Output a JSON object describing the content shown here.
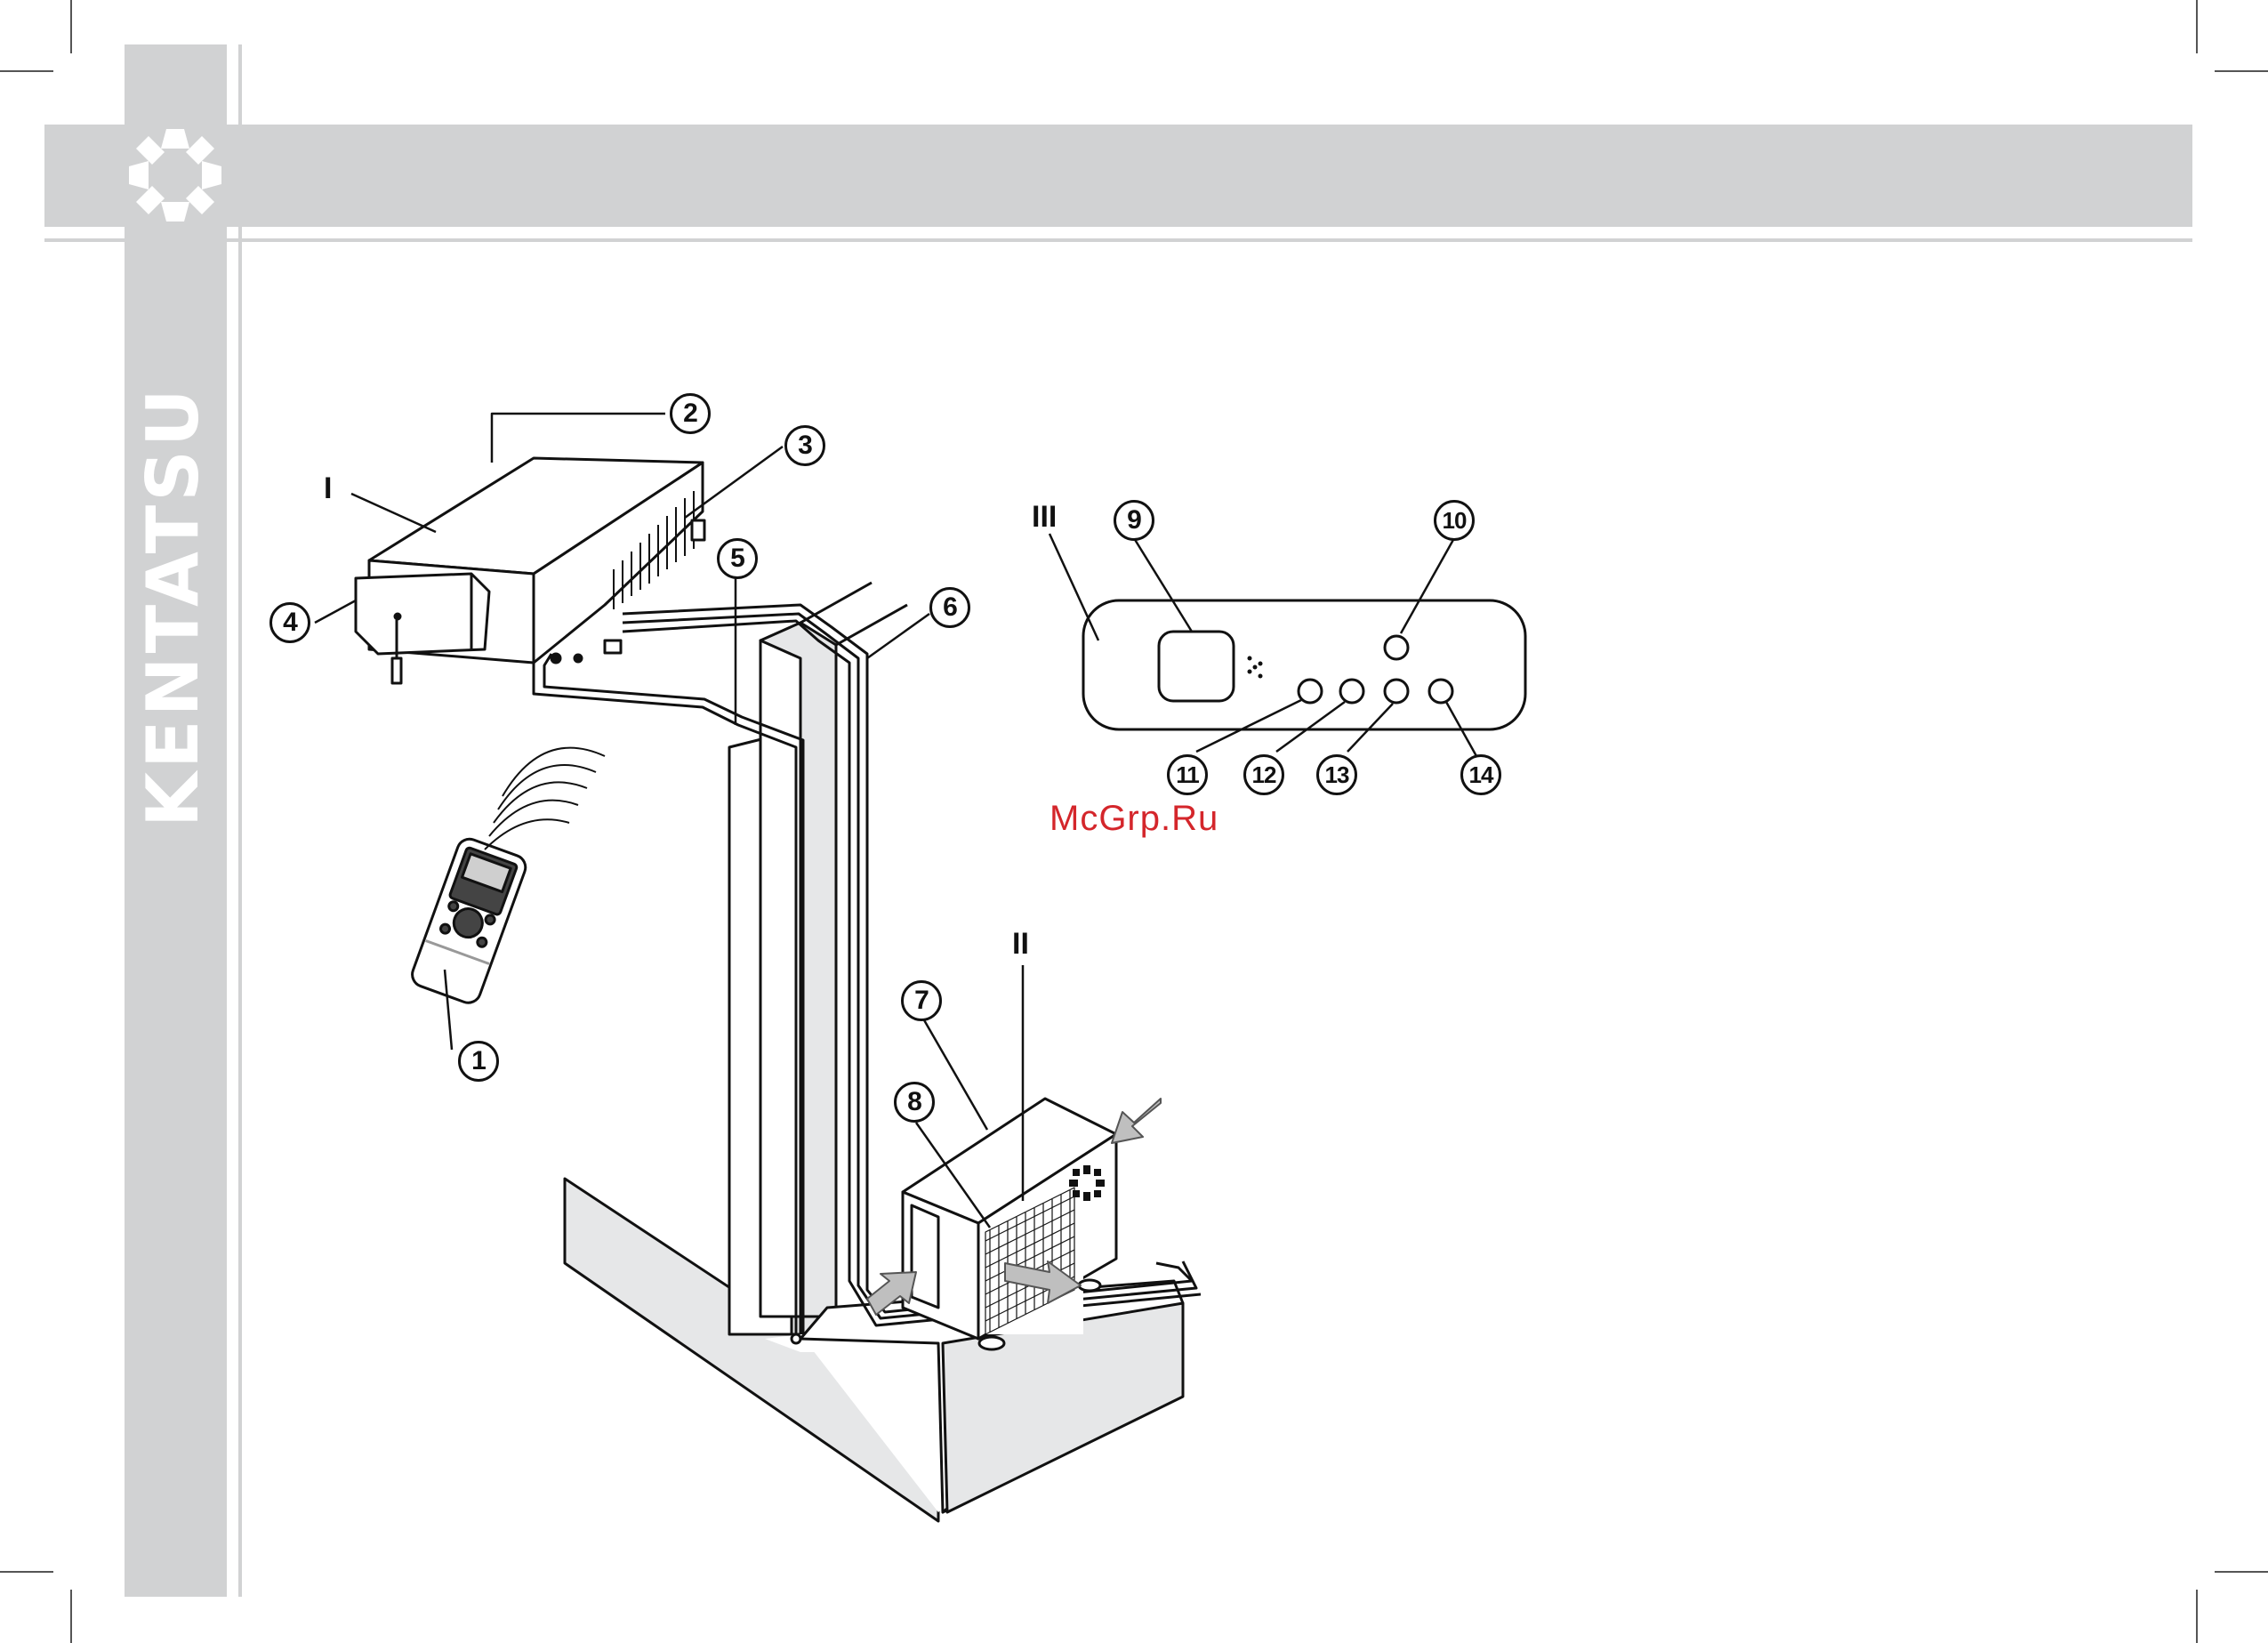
{
  "brand": {
    "name": "KENTATSU"
  },
  "watermark": "McGrp.Ru",
  "unit_labels": [
    "I",
    "II",
    "III"
  ],
  "callouts": [
    "1",
    "2",
    "3",
    "4",
    "5",
    "6",
    "7",
    "8",
    "9",
    "10",
    "11",
    "12",
    "13",
    "14"
  ],
  "colors": {
    "band": "#d1d2d3",
    "ink": "#111111",
    "watermark": "#d4262b",
    "wall": "#e6e7e8"
  }
}
